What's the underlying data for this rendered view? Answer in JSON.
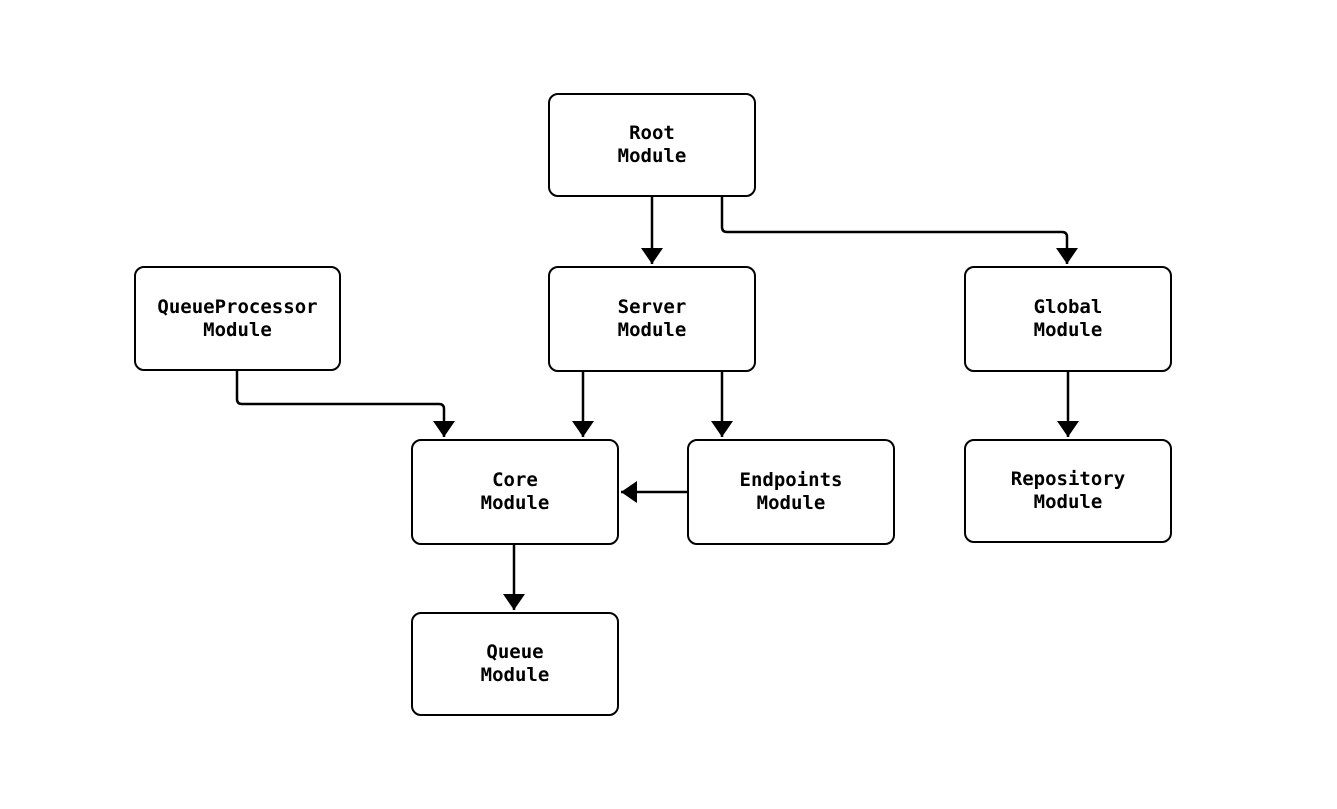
{
  "diagram": {
    "type": "flowchart",
    "background_color": "#ffffff",
    "node_fill_color": "#ffffff",
    "node_border_color": "#000000",
    "text_color": "#000000",
    "edge_color": "#000000",
    "nodes": {
      "root": {
        "label": "Root\nModule"
      },
      "queue_processor": {
        "label": "QueueProcessor\nModule"
      },
      "server": {
        "label": "Server\nModule"
      },
      "global": {
        "label": "Global\nModule"
      },
      "core": {
        "label": "Core\nModule"
      },
      "endpoints": {
        "label": "Endpoints\nModule"
      },
      "repository": {
        "label": "Repository\nModule"
      },
      "queue": {
        "label": "Queue\nModule"
      }
    },
    "edges": [
      {
        "from": "Root Module",
        "to": "Server Module"
      },
      {
        "from": "Root Module",
        "to": "Global Module"
      },
      {
        "from": "QueueProcessor Module",
        "to": "Core Module"
      },
      {
        "from": "Server Module",
        "to": "Core Module"
      },
      {
        "from": "Server Module",
        "to": "Endpoints Module"
      },
      {
        "from": "Endpoints Module",
        "to": "Core Module"
      },
      {
        "from": "Global Module",
        "to": "Repository Module"
      },
      {
        "from": "Core Module",
        "to": "Queue Module"
      }
    ]
  }
}
